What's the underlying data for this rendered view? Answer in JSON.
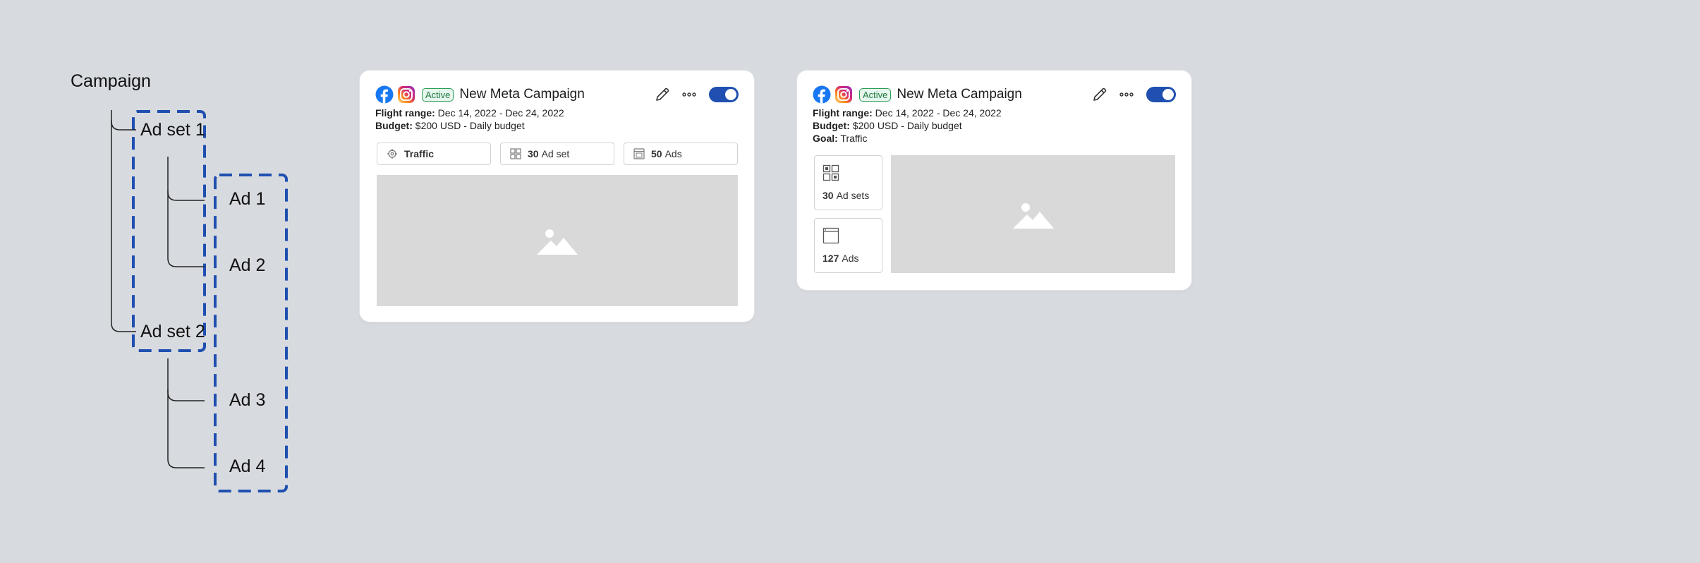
{
  "diagram": {
    "campaign_label": "Campaign",
    "ad_sets": [
      "Ad set 1",
      "Ad set 2"
    ],
    "ads": [
      "Ad 1",
      "Ad 2",
      "Ad 3",
      "Ad 4"
    ],
    "accent_color": "#1f4fb0"
  },
  "card1": {
    "status": "Active",
    "title": "New Meta Campaign",
    "flight_label": "Flight range:",
    "flight_value": "Dec 14, 2022 - Dec 24, 2022",
    "budget_label": "Budget:",
    "budget_value": "$200 USD - Daily budget",
    "goal_pill": "Traffic",
    "adset_count": "30",
    "adset_label": "Ad set",
    "ads_count": "50",
    "ads_label": "Ads"
  },
  "card2": {
    "status": "Active",
    "title": "New Meta Campaign",
    "flight_label": "Flight range:",
    "flight_value": "Dec 14, 2022 - Dec 24, 2022",
    "budget_label": "Budget:",
    "budget_value": "$200 USD - Daily budget",
    "goal_label": "Goal:",
    "goal_value": "Traffic",
    "adset_count": "30",
    "adset_label": "Ad sets",
    "ads_count": "127",
    "ads_label": "Ads"
  },
  "icons": {
    "facebook": "facebook-icon",
    "instagram": "instagram-icon",
    "edit": "pencil-icon",
    "more": "more-horizontal-icon",
    "target": "target-icon",
    "adset": "grid-icon",
    "ads": "window-icon",
    "image": "image-placeholder-icon"
  },
  "colors": {
    "facebook": "#1877f2",
    "toggle": "#1f4fb0",
    "badge_green": "#2a9d55",
    "placeholder": "#d9d9d9"
  }
}
